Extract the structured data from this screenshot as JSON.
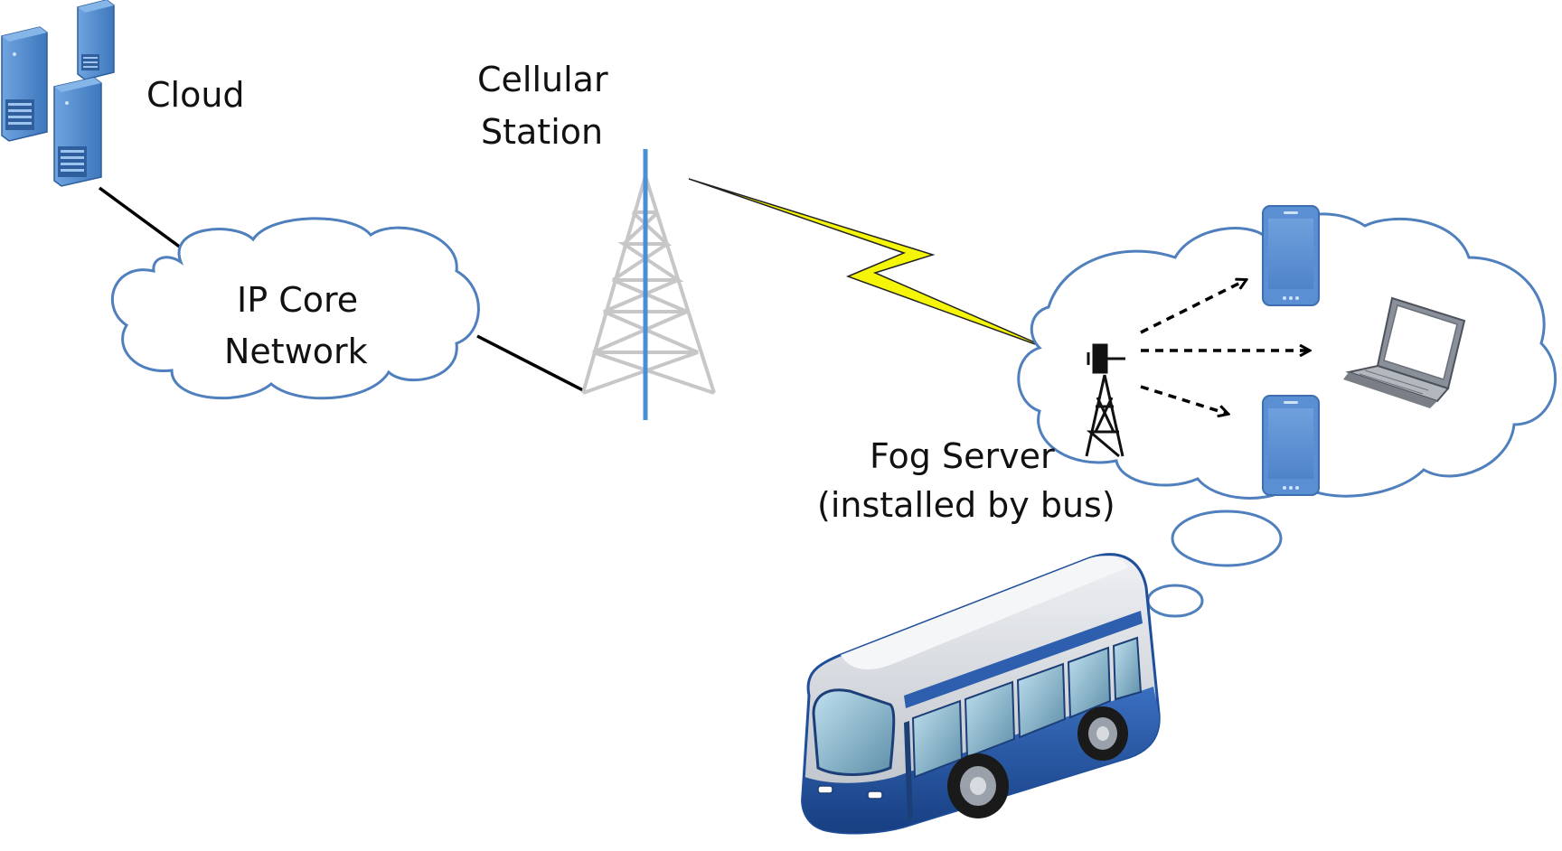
{
  "labels": {
    "cloud": "Cloud",
    "cellular_line1": "Cellular",
    "cellular_line2": "Station",
    "core_line1": "IP Core",
    "core_line2": "Network",
    "fog_line1": "Fog Server",
    "fog_line2": "(installed by bus)"
  },
  "colors": {
    "cloud_outline": "#4f7fbd",
    "server_blue": "#4e86c6",
    "tower_gray": "#c9c9c9",
    "tower_blue": "#4a8fd6",
    "lightning_yellow": "#f5f50a",
    "phone_blue": "#5b8fd3",
    "bus_blue": "#1f4f9a",
    "bus_silver": "#c8ccd2"
  }
}
